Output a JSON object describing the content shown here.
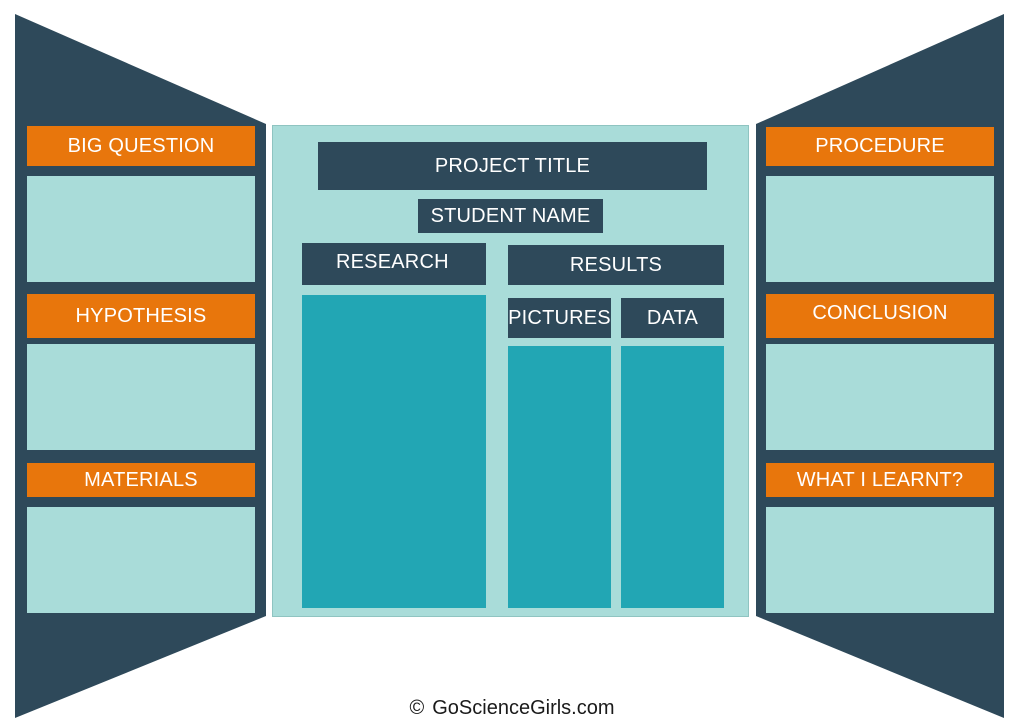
{
  "left_panel": {
    "sections": [
      {
        "label": "BIG QUESTION"
      },
      {
        "label": "HYPOTHESIS"
      },
      {
        "label": "MATERIALS"
      }
    ]
  },
  "center_panel": {
    "project_title": "PROJECT TITLE",
    "student_name": "STUDENT NAME",
    "research": "RESEARCH",
    "results": "RESULTS",
    "pictures": "PICTURES",
    "data": "DATA"
  },
  "right_panel": {
    "sections": [
      {
        "label": "PROCEDURE"
      },
      {
        "label": "CONCLUSION"
      },
      {
        "label": "WHAT I LEARNT?"
      }
    ]
  },
  "footer": {
    "copyright_symbol": "©",
    "text": "GoScienceGirls.com"
  },
  "colors": {
    "navy": "#2e495a",
    "orange": "#e8760c",
    "pale_teal": "#a9dcd9",
    "teal": "#22a6b4"
  }
}
